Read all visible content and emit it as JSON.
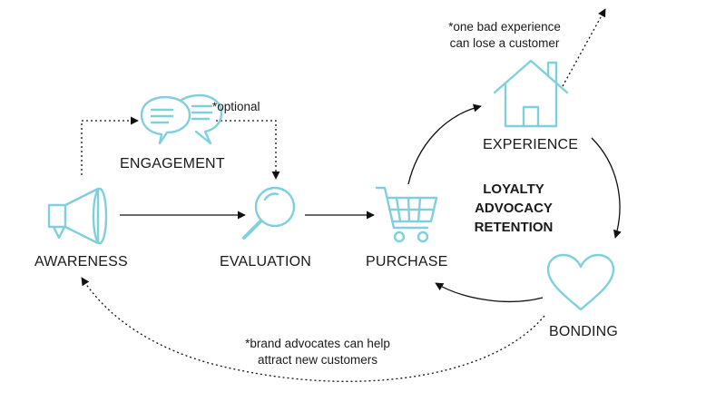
{
  "stages": {
    "awareness": "AWARENESS",
    "engagement": "ENGAGEMENT",
    "evaluation": "EVALUATION",
    "purchase": "PURCHASE",
    "experience": "EXPERIENCE",
    "bonding": "BONDING"
  },
  "notes": {
    "optional": "*optional",
    "bad_experience_line1": "*one bad experience",
    "bad_experience_line2": "can lose a customer",
    "advocates_line1": "*brand advocates can help",
    "advocates_line2": "attract new customers"
  },
  "center": {
    "line1": "LOYALTY",
    "line2": "ADVOCACY",
    "line3": "RETENTION"
  },
  "colors": {
    "icon_stroke": "#7fd0dc",
    "arrow": "#111111",
    "text": "#1a1a1a"
  },
  "icons": [
    "megaphone-icon",
    "speech-bubbles-icon",
    "magnifier-icon",
    "shopping-cart-icon",
    "house-icon",
    "heart-icon"
  ]
}
